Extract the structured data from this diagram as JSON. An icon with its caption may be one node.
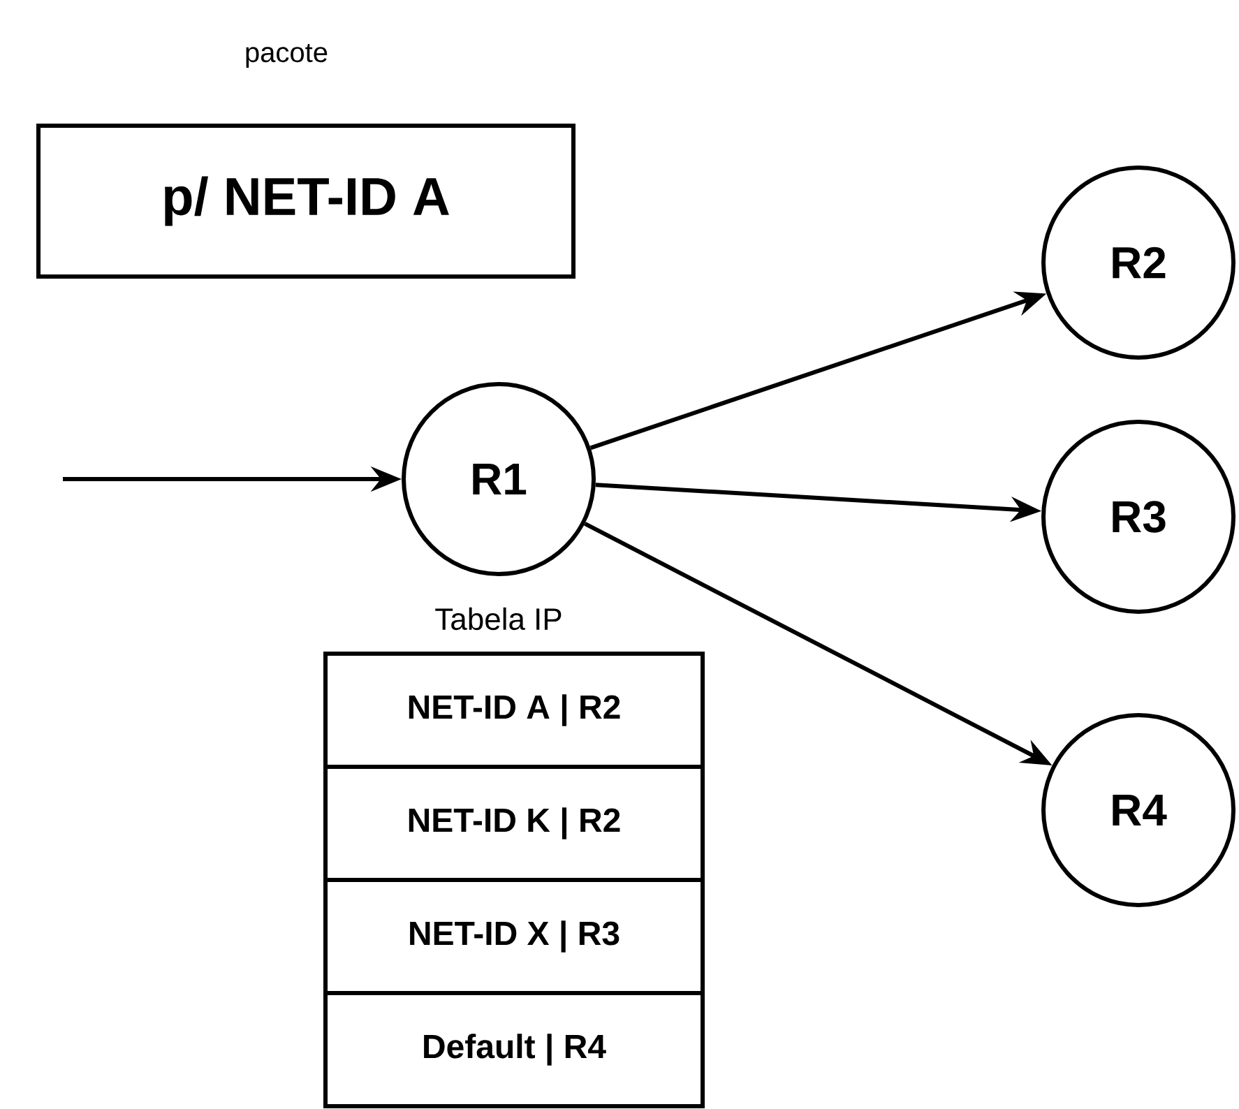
{
  "diagram": {
    "nodes": [
      {
        "text": [
          "pacote",
          "p/ NET-ID A"
        ]
      },
      {
        "text": [
          "R1"
        ]
      },
      {
        "text": [
          "R2"
        ]
      },
      {
        "text": [
          "R3"
        ]
      },
      {
        "text": [
          "R4"
        ]
      },
      {
        "text": [
          "Tabela IP"
        ]
      },
      {
        "text": [
          "NET-ID A | R2"
        ],
        "in": 5
      },
      {
        "text": [
          "NET-ID K | R2"
        ],
        "in": 5
      },
      {
        "text": [
          "NET-ID X | R3"
        ],
        "in": 5
      },
      {
        "text": [
          "Default | R4"
        ],
        "in": 5
      }
    ],
    "edges": [
      {
        "from": null,
        "to": 1,
        "arrow": "to"
      },
      {
        "from": 1,
        "to": 2,
        "arrow": "to"
      },
      {
        "from": 1,
        "to": 3,
        "arrow": "to"
      },
      {
        "from": 1,
        "to": 4,
        "arrow": "to"
      }
    ]
  }
}
